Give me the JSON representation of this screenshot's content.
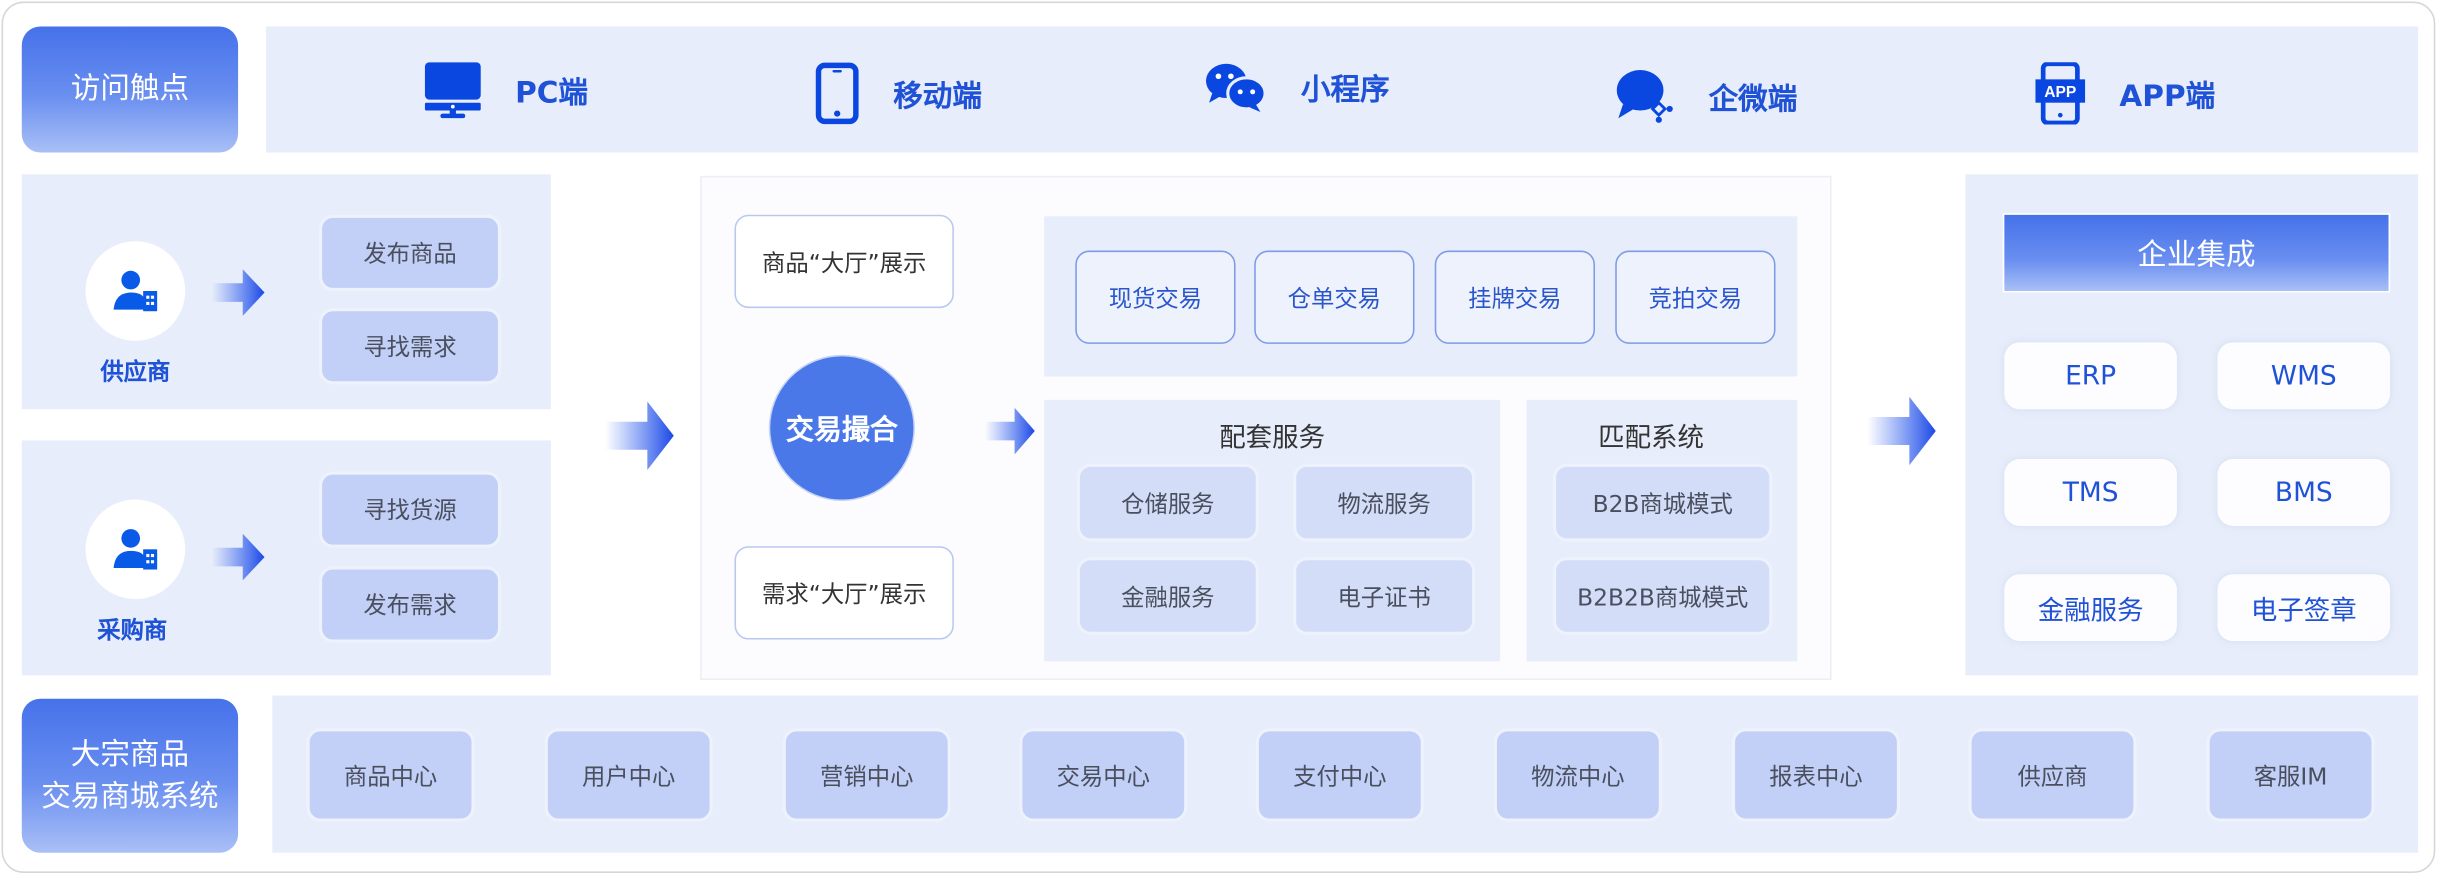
{
  "access_points": {
    "label": "访问触点",
    "items": [
      {
        "label": "PC端",
        "icon": "desktop-monitor-icon"
      },
      {
        "label": "移动端",
        "icon": "mobile-phone-icon"
      },
      {
        "label": "小程序",
        "icon": "wechat-miniprogram-icon"
      },
      {
        "label": "企微端",
        "icon": "wecom-icon"
      },
      {
        "label": "APP端",
        "icon": "app-phone-icon"
      }
    ]
  },
  "supplier": {
    "role": "供应商",
    "actions": [
      "发布商品",
      "寻找需求"
    ]
  },
  "buyer": {
    "role": "采购商",
    "actions": [
      "寻找货源",
      "发布需求"
    ]
  },
  "matching": {
    "goods_hall": "商品“大厅”展示",
    "center": "交易撮合",
    "demand_hall": "需求“大厅”展示",
    "trade_types": [
      "现货交易",
      "仓单交易",
      "挂牌交易",
      "竞拍交易"
    ],
    "support_services": {
      "title": "配套服务",
      "items": [
        "仓储服务",
        "物流服务",
        "金融服务",
        "电子证书"
      ]
    },
    "match_system": {
      "title": "匹配系统",
      "items": [
        "B2B商城模式",
        "B2B2B商城模式"
      ]
    }
  },
  "enterprise": {
    "title": "企业集成",
    "items": [
      "ERP",
      "WMS",
      "TMS",
      "BMS",
      "金融服务",
      "电子签章"
    ]
  },
  "platform": {
    "label_line1": "大宗商品",
    "label_line2": "交易商城系统",
    "modules": [
      "商品中心",
      "用户中心",
      "营销中心",
      "交易中心",
      "支付中心",
      "物流中心",
      "报表中心",
      "供应商",
      "客服IM"
    ]
  },
  "colors": {
    "accent": "#1f52d6",
    "icon_blue": "#0a47e0",
    "panel_bg": "#e7edfa",
    "pill_bg": "#c2d0f7",
    "circle": "#4a78e8"
  }
}
